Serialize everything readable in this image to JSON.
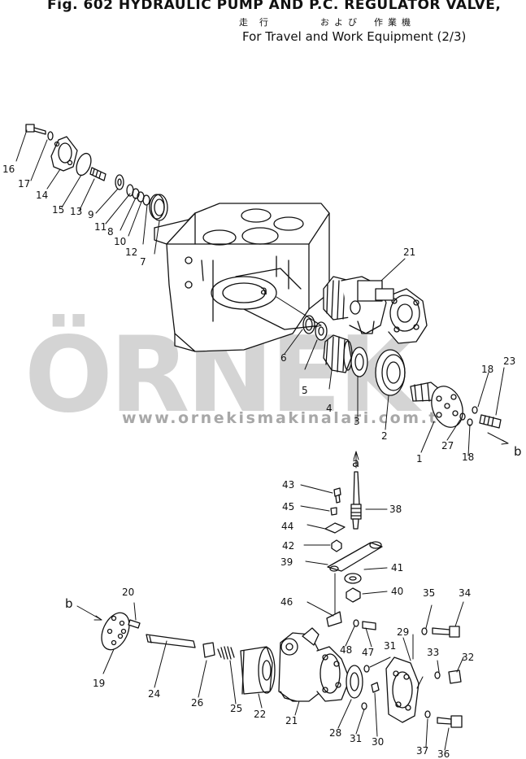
{
  "title": {
    "line1": "Fig. 602   HYDRAULIC PUMP AND P.C. REGULATOR VALVE,",
    "line2_a": "走行",
    "line2_b": "および",
    "line2_c": "作業機",
    "line3": "For Travel and Work Equipment (2/3)"
  },
  "watermark": {
    "brand": "ÖRNEK",
    "url": "www.ornekismakinalari.com.tr"
  },
  "callouts": {
    "a_top": "a",
    "a_bottom": "a",
    "b_right": "b",
    "b_left": "b"
  },
  "parts": [
    {
      "id": "p16",
      "text": "16"
    },
    {
      "id": "p17",
      "text": "17"
    },
    {
      "id": "p14",
      "text": "14"
    },
    {
      "id": "p15",
      "text": "15"
    },
    {
      "id": "p13",
      "text": "13"
    },
    {
      "id": "p9",
      "text": "9"
    },
    {
      "id": "p11",
      "text": "11"
    },
    {
      "id": "p8",
      "text": "8"
    },
    {
      "id": "p10",
      "text": "10"
    },
    {
      "id": "p12",
      "text": "12"
    },
    {
      "id": "p7",
      "text": "7"
    },
    {
      "id": "p21a",
      "text": "21"
    },
    {
      "id": "p6",
      "text": "6"
    },
    {
      "id": "p5",
      "text": "5"
    },
    {
      "id": "p4",
      "text": "4"
    },
    {
      "id": "p3",
      "text": "3"
    },
    {
      "id": "p2",
      "text": "2"
    },
    {
      "id": "p1",
      "text": "1"
    },
    {
      "id": "p27",
      "text": "27"
    },
    {
      "id": "p18a",
      "text": "18"
    },
    {
      "id": "p18b",
      "text": "18"
    },
    {
      "id": "p23",
      "text": "23"
    },
    {
      "id": "p43",
      "text": "43"
    },
    {
      "id": "p45",
      "text": "45"
    },
    {
      "id": "p38",
      "text": "38"
    },
    {
      "id": "p44",
      "text": "44"
    },
    {
      "id": "p42",
      "text": "42"
    },
    {
      "id": "p39",
      "text": "39"
    },
    {
      "id": "p41",
      "text": "41"
    },
    {
      "id": "p40",
      "text": "40"
    },
    {
      "id": "p46",
      "text": "46"
    },
    {
      "id": "p20",
      "text": "20"
    },
    {
      "id": "p35",
      "text": "35"
    },
    {
      "id": "p34",
      "text": "34"
    },
    {
      "id": "p29",
      "text": "29"
    },
    {
      "id": "p48",
      "text": "48"
    },
    {
      "id": "p47",
      "text": "47"
    },
    {
      "id": "p31a",
      "text": "31"
    },
    {
      "id": "p33",
      "text": "33"
    },
    {
      "id": "p32",
      "text": "32"
    },
    {
      "id": "p19",
      "text": "19"
    },
    {
      "id": "p24",
      "text": "24"
    },
    {
      "id": "p26",
      "text": "26"
    },
    {
      "id": "p25",
      "text": "25"
    },
    {
      "id": "p22",
      "text": "22"
    },
    {
      "id": "p21b",
      "text": "21"
    },
    {
      "id": "p28",
      "text": "28"
    },
    {
      "id": "p31b",
      "text": "31"
    },
    {
      "id": "p30",
      "text": "30"
    },
    {
      "id": "p37",
      "text": "37"
    },
    {
      "id": "p36",
      "text": "36"
    }
  ]
}
